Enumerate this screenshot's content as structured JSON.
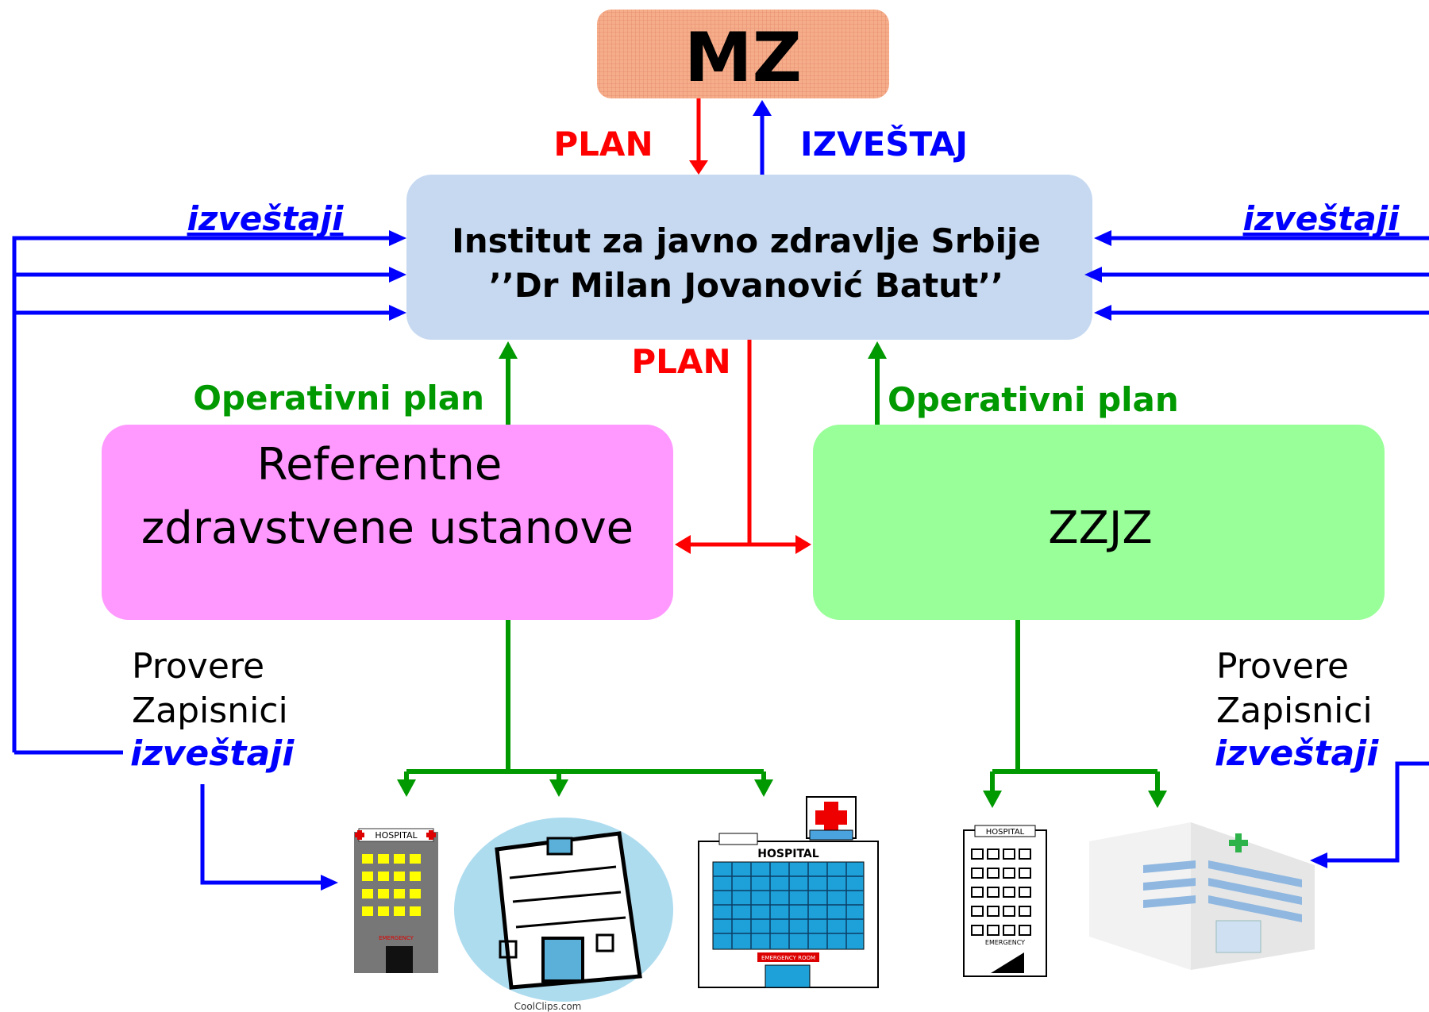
{
  "colors": {
    "red": "#ff0000",
    "blue": "#0000ff",
    "green": "#009900",
    "mz_fill": "#f6ad8a",
    "institut_fill": "#c6d9f1",
    "referentne_fill": "#ff99ff",
    "zzjz_fill": "#99ff99"
  },
  "nodes": {
    "mz": "MZ",
    "institut_line1": "Institut za javno zdravlje Srbije",
    "institut_line2": "’’Dr Milan Jovanović Batut’’",
    "referentne_line1": "Referentne",
    "referentne_line2": "zdravstvene ustanove",
    "zzjz": "ZZJZ"
  },
  "labels": {
    "plan_top": "PLAN",
    "izvestaj_top": "IZVEŠTAJ",
    "plan_mid": "PLAN",
    "operativni_left": "Operativni plan",
    "operativni_right": "Operativni plan",
    "izvestaji_left": "izveštaji",
    "izvestaji_right": "izveštaji"
  },
  "side_notes": {
    "left": {
      "line1": "Provere",
      "line2": "Zapisnici",
      "line3": "izveštaji"
    },
    "right": {
      "line1": "Provere",
      "line2": "Zapisnici",
      "line3": "izveštaji"
    }
  },
  "hospitals": {
    "h1_sign": "HOSPITAL",
    "h1_sub": "EMERGENCY",
    "h3_sign": "HOSPITAL",
    "h3_sub": "EMERGENCY ROOM",
    "h4_sign": "HOSPITAL",
    "h4_sub": "EMERGENCY",
    "credit": "CoolClips.com"
  }
}
